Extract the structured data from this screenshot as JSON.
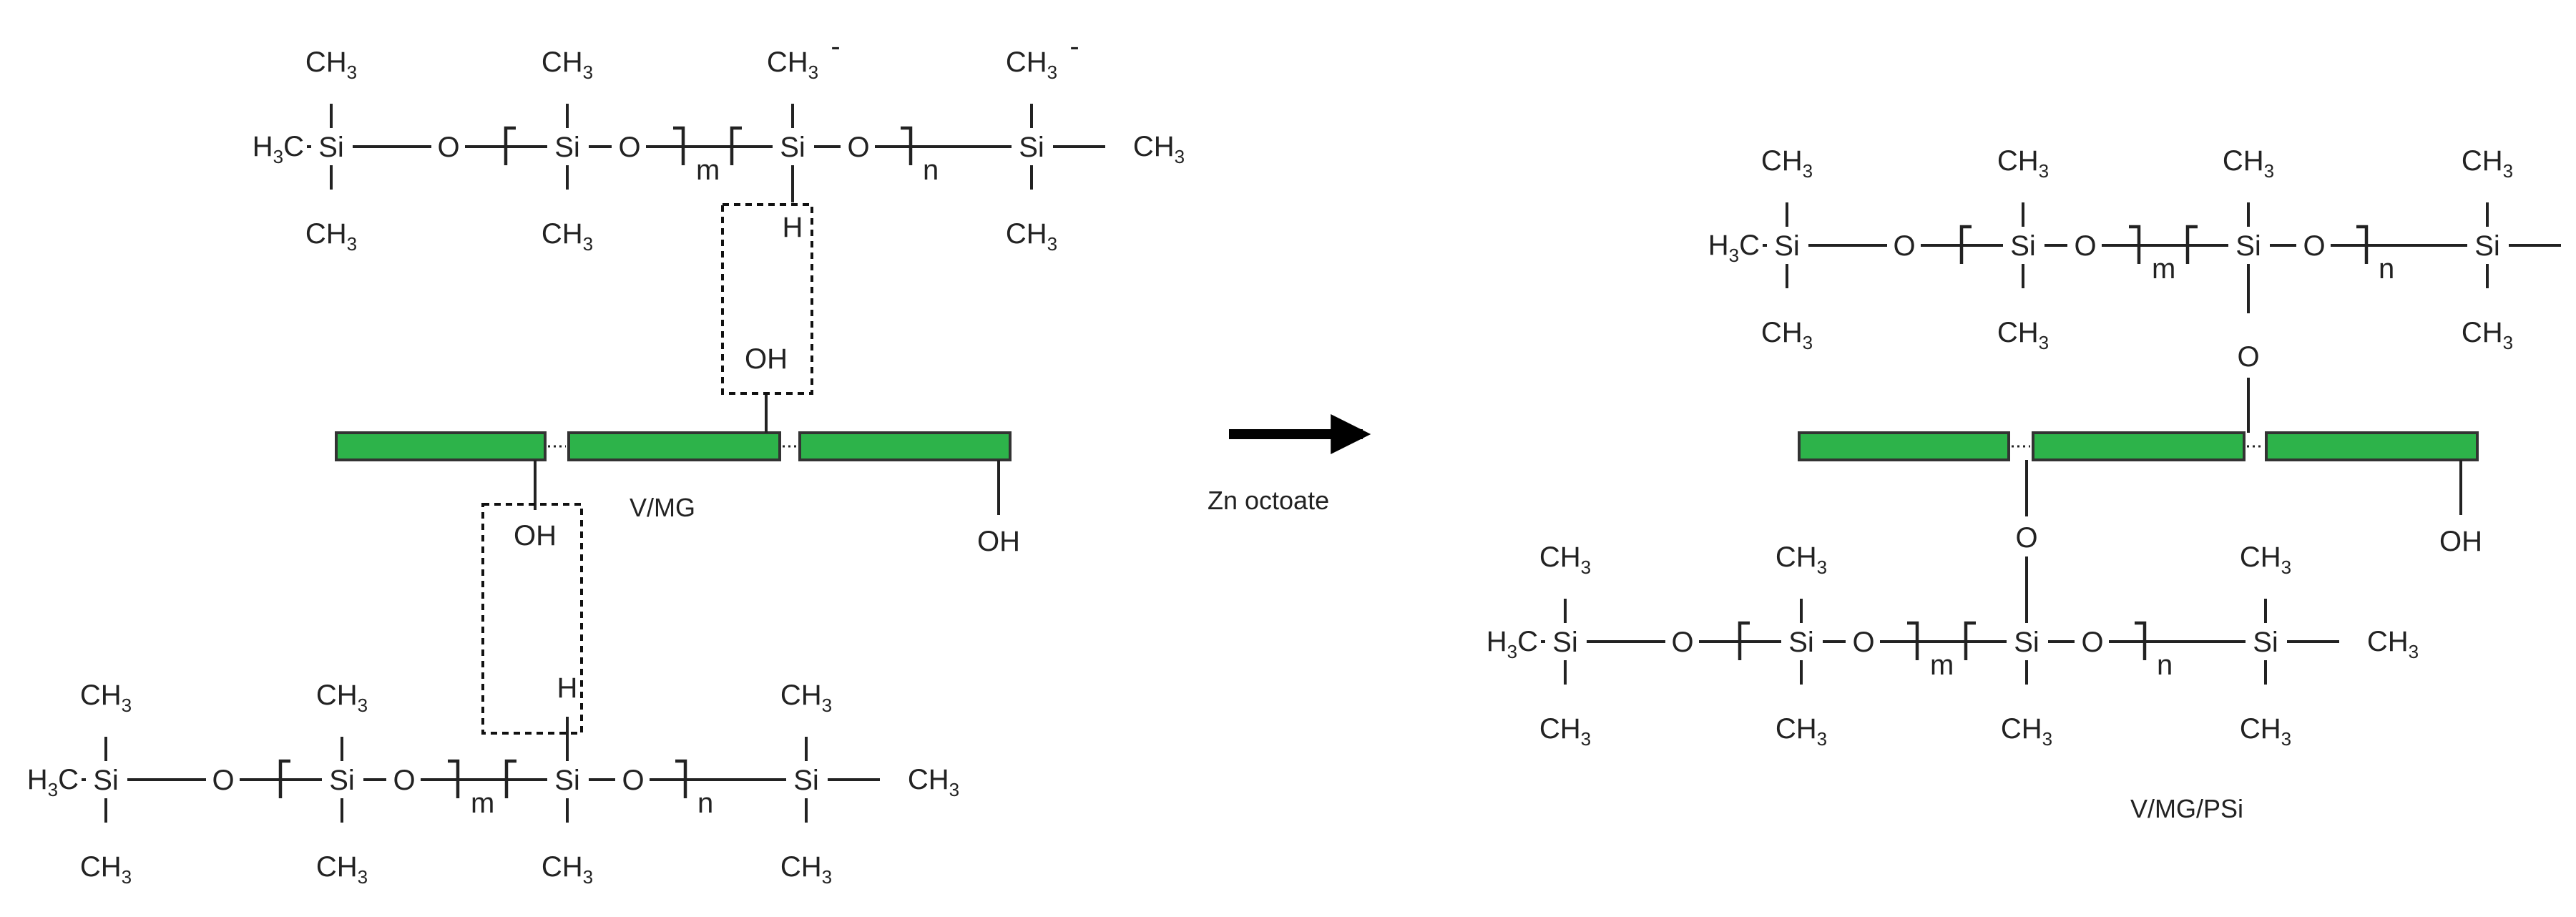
{
  "labels": {
    "si": "Si",
    "o": "O",
    "ch3": "CH",
    "h3c": "H",
    "h3c_tail": "C",
    "three": "3",
    "m": "m",
    "n": "n",
    "h": "H",
    "oh": "OH",
    "charge": "-",
    "reactant_label": "V/MG",
    "product_label": "V/MG/PSi",
    "catalyst": "Zn octoate"
  },
  "colors": {
    "sheet_fill": "#2db34a",
    "ink": "#222222"
  },
  "icons": {
    "reaction_arrow": "right-arrow-icon"
  }
}
